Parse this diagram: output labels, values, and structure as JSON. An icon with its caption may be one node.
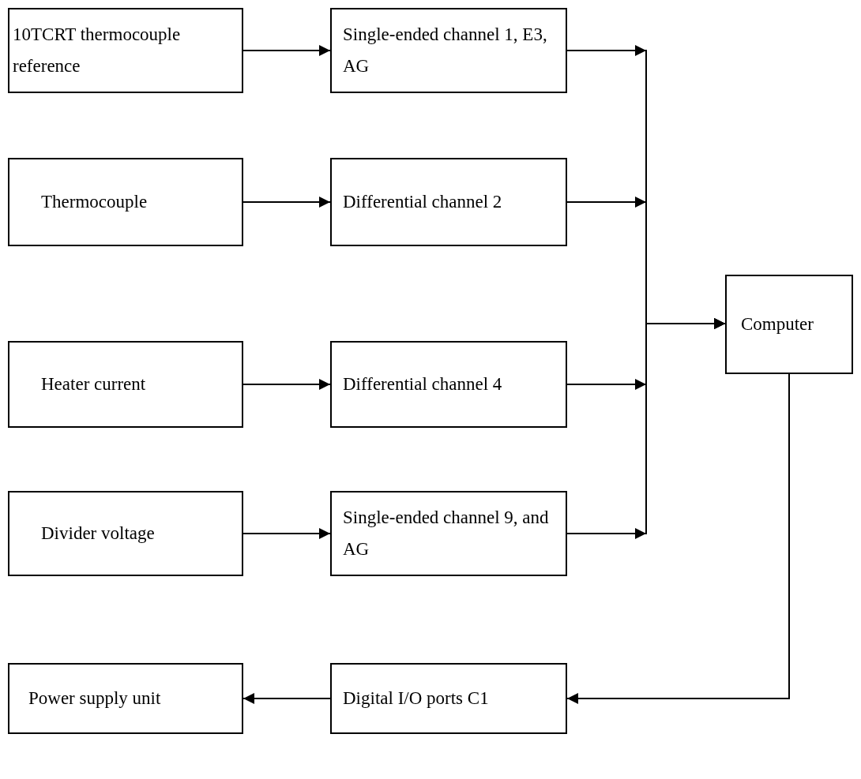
{
  "diagram": {
    "nodes": [
      {
        "text": [
          "10TCRT thermocouple reference"
        ]
      },
      {
        "text": [
          "Single-ended channel 1, E3, AG"
        ]
      },
      {
        "text": [
          "Thermocouple"
        ]
      },
      {
        "text": [
          "Differential channel 2"
        ]
      },
      {
        "text": [
          "Heater current"
        ]
      },
      {
        "text": [
          "Differential channel 4"
        ]
      },
      {
        "text": [
          "Divider voltage"
        ]
      },
      {
        "text": [
          "Single-ended channel 9, and AG"
        ]
      },
      {
        "text": [
          "Computer"
        ]
      },
      {
        "text": [
          "Power supply unit"
        ]
      },
      {
        "text": [
          "Digital I/O ports C1"
        ]
      }
    ],
    "edges": [
      {
        "from": 0,
        "to": 1,
        "arrow": "to"
      },
      {
        "from": 2,
        "to": 3,
        "arrow": "to"
      },
      {
        "from": 4,
        "to": 5,
        "arrow": "to"
      },
      {
        "from": 6,
        "to": 7,
        "arrow": "to"
      },
      {
        "from": 1,
        "to": 8,
        "arrow": "to"
      },
      {
        "from": 3,
        "to": 8,
        "arrow": "to"
      },
      {
        "from": 5,
        "to": 8,
        "arrow": "to"
      },
      {
        "from": 7,
        "to": 8,
        "arrow": "to"
      },
      {
        "from": 8,
        "to": 10,
        "arrow": "to"
      },
      {
        "from": 10,
        "to": 9,
        "arrow": "to"
      }
    ]
  }
}
